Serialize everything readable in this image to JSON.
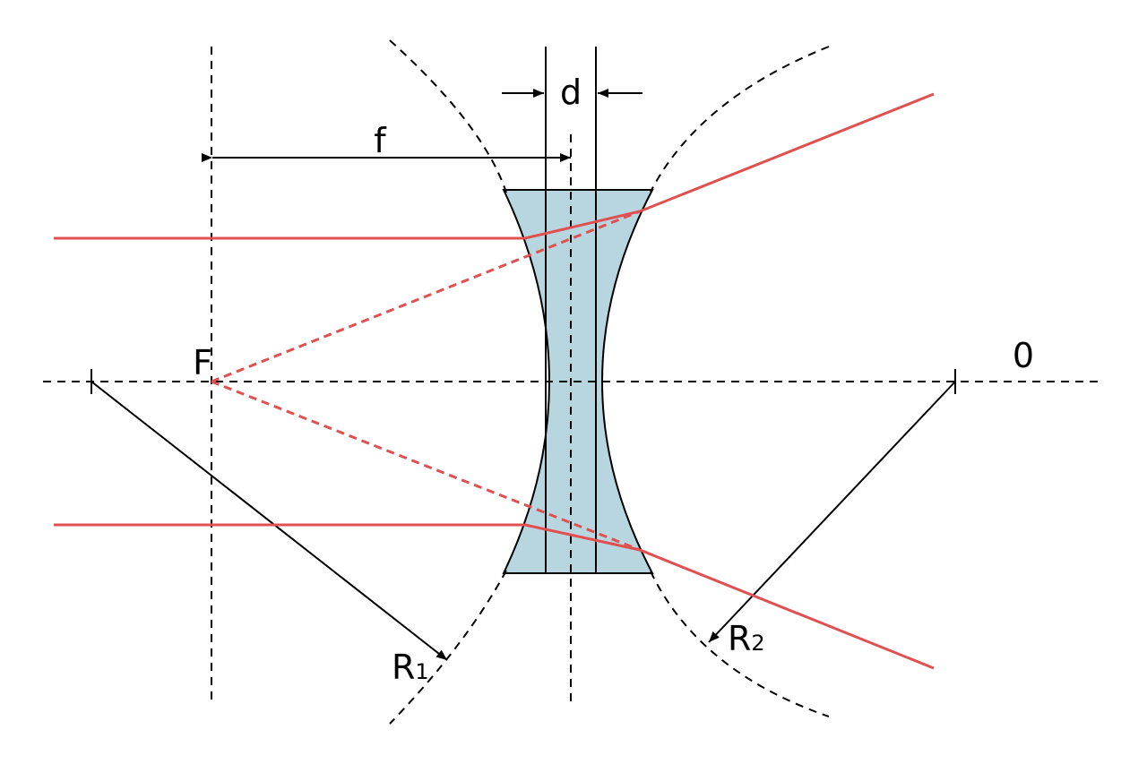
{
  "diagram": {
    "labels": {
      "d": "d",
      "f": "f",
      "F": "F",
      "O": "0",
      "R1_main": "R",
      "R1_sub": "1",
      "R2_main": "R",
      "R2_sub": "2"
    },
    "colors": {
      "lens_fill": "#b8d6e0",
      "ray": "#e05050",
      "line": "#000000"
    }
  }
}
